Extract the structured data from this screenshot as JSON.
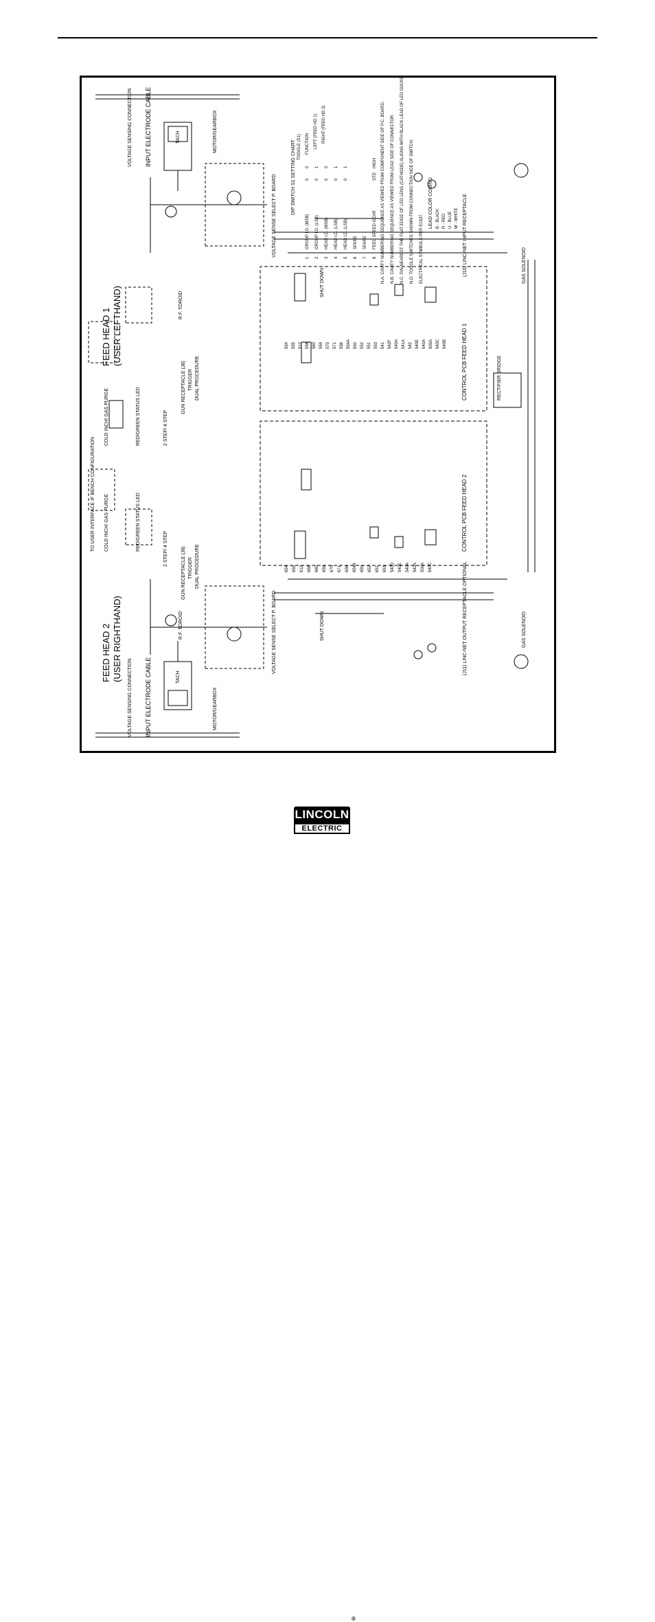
{
  "diagram": {
    "feed_head_1_title": "FEED HEAD 1",
    "feed_head_1_sub": "(USER LEFTHAND)",
    "feed_head_2_title": "FEED HEAD 2",
    "feed_head_2_sub": "(USER RIGHTHAND)",
    "input_cable": "INPUT ELECTRODE CABLE",
    "voltage_sensing": "VOLTAGE SENSING CONNECTION",
    "motor_gearbox": "MOTOR/GEARBOX",
    "tach": "TACH",
    "rf_toroid": "R.F. TOROID",
    "voltage_sense_board": "VOLTAGE SENSE SELECT P. BOARD",
    "cold_inch": "COLD INCH/ GAS PURGE",
    "red_green_led": "RED/GREEN STATUS LED",
    "two_step": "2 STEP/ 4 STEP",
    "gun_receptacle": "GUN RECEPTACLE (J8)",
    "trigger": "TRIGGER",
    "dual_procedure": "DUAL PROCEDURE",
    "user_interface": "TO USER INTERFACE IF BENCH CONFIGURATION",
    "control_pcb_1": "CONTROL PCB FEED HEAD 1",
    "control_pcb_2": "CONTROL PCB FEED HEAD 2",
    "shut_down": "SHUT DOWN",
    "gas_solenoid": "GAS SOLENOID",
    "rectifier_bridge": "RECTIFIER BRIDGE",
    "linc_net_input": "(J10) LINC-NET INPUT RECEPTACLE",
    "linc_net_output": "(J11) LINC-NET OUTPUT RECEPTACLE OPTIONAL",
    "dip_chart_title": "DIP SWITCH S1 SETTING CHART",
    "dip_chart_headers": [
      "TOGGLE (S1)",
      "FUNCTION",
      "LEFT (FEED HD 1)",
      "RIGHT (FEED HD 2)"
    ],
    "dip_chart_rows": [
      [
        "1",
        "GROUP I.D. (MSB)",
        "0",
        "0"
      ],
      [
        "2",
        "GROUP I.D. (LSB)",
        "0",
        "1"
      ],
      [
        "3",
        "HEAD I.D. (MSB)",
        "0",
        "0"
      ],
      [
        "4",
        "HEAD I.D. (LSB)",
        "0",
        "1"
      ],
      [
        "5",
        "HEAD I.D. (LSB)",
        "0",
        "1"
      ],
      [
        "6",
        "SPARE",
        "",
        ""
      ],
      [
        "7",
        "SPARE",
        "",
        ""
      ],
      [
        "8",
        "FEED SPEED GEAR",
        "STD",
        "HIGH"
      ]
    ],
    "notes": [
      "N.A. CAVITY NUMBERING SEQUENCE AS VIEWED FROM COMPONENT SIDE OF P.C. BOARD.",
      "N.B. CAVITY NUMBERING SEQUENCE AS VIEWED FROM LEAD SIDE OF CONNECTOR.",
      "N.C. PIN NEAREST THE FLAT EDGE OF LED LENS (CATHODE) ALIGNS WITH BLACK LEAD OF LED SOCKET.",
      "N.D. TOGGLE SWITCHES SHOWN FROM CONNECTION SIDE OF SWITCH.",
      "ELECTRICAL SYMBOLS PER E1537."
    ],
    "lead_color_title": "LEAD COLOR CODING",
    "lead_colors": [
      "B - BLACK",
      "R - RED",
      "U - BLUE",
      "W - WHITE"
    ],
    "wire_labels_pcb1": [
      "554",
      "555",
      "512",
      "558",
      "560",
      "559",
      "570",
      "571",
      "556",
      "554A",
      "550",
      "552",
      "551",
      "553",
      "541",
      "542F",
      "540A",
      "541A",
      "542",
      "540E",
      "540A",
      "500A",
      "540C",
      "540B"
    ],
    "wire_labels_pcb2": [
      "654",
      "655",
      "612",
      "658",
      "660",
      "659",
      "670",
      "671",
      "656",
      "654A",
      "650",
      "652",
      "651",
      "653",
      "540D",
      "540E",
      "540A",
      "542A",
      "500A",
      "540C"
    ]
  },
  "logo": {
    "top": "LINCOLN",
    "bottom": "ELECTRIC",
    "mark": "®"
  }
}
